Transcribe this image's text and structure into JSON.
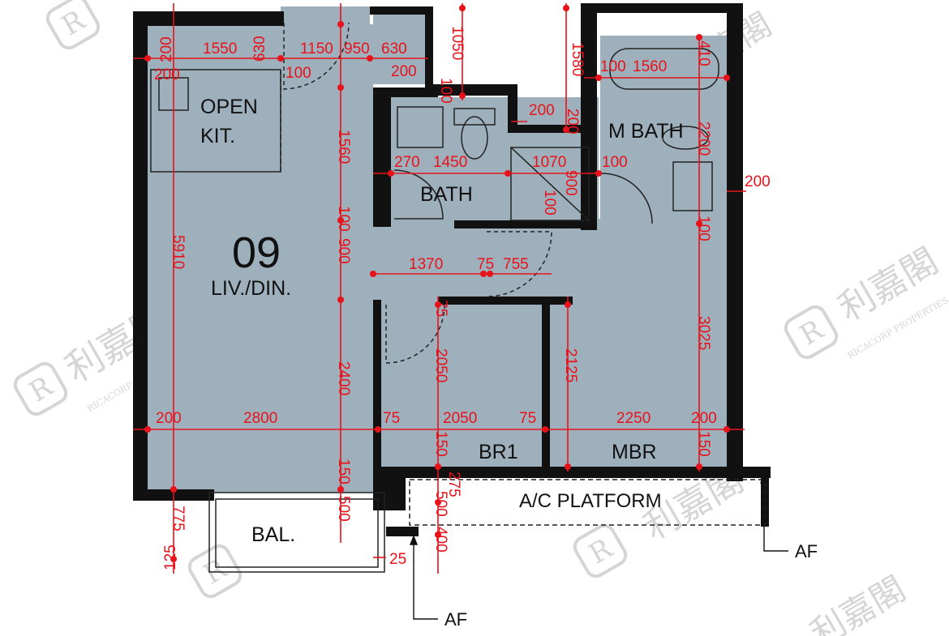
{
  "unit_number": "09",
  "rooms": {
    "open_kitchen": [
      "OPEN",
      "KIT."
    ],
    "living_dining": "LIV./DIN.",
    "bath": "BATH",
    "master_bath": "M BATH",
    "bedroom_1": "BR1",
    "master_bedroom": "MBR",
    "balcony": "BAL.",
    "ac_platform": "A/C PLATFORM"
  },
  "af_labels": [
    "AF",
    "AF"
  ],
  "watermark": {
    "brand": "利嘉閣",
    "sub": "RICACORP PROPERTIES"
  },
  "dimensions": {
    "top_row": [
      "200",
      "1550",
      "630",
      "1150",
      "950",
      "630",
      "1050",
      "1580",
      "410"
    ],
    "row_200_kitchen": [
      "200",
      "100",
      "200",
      "100",
      "1560"
    ],
    "mid": [
      "100",
      "200",
      "200",
      "2200",
      "270",
      "1450",
      "1070",
      "100",
      "900",
      "100",
      "200",
      "1560",
      "5910",
      "100",
      "900",
      "100"
    ],
    "bed_row": [
      "1370",
      "75",
      "755",
      "75",
      "2050",
      "2125",
      "3025",
      "2400"
    ],
    "bottom_row": [
      "200",
      "2800",
      "75",
      "2050",
      "75",
      "2250",
      "200"
    ],
    "lower": [
      "150",
      "150",
      "150",
      "150",
      "275",
      "500",
      "500",
      "400",
      "775",
      "125",
      "25"
    ]
  },
  "colors": {
    "room_fill": "#9fb0bd",
    "wall": "#111111",
    "dimension": "#e8121a",
    "watermark": "#d5d5d5"
  }
}
